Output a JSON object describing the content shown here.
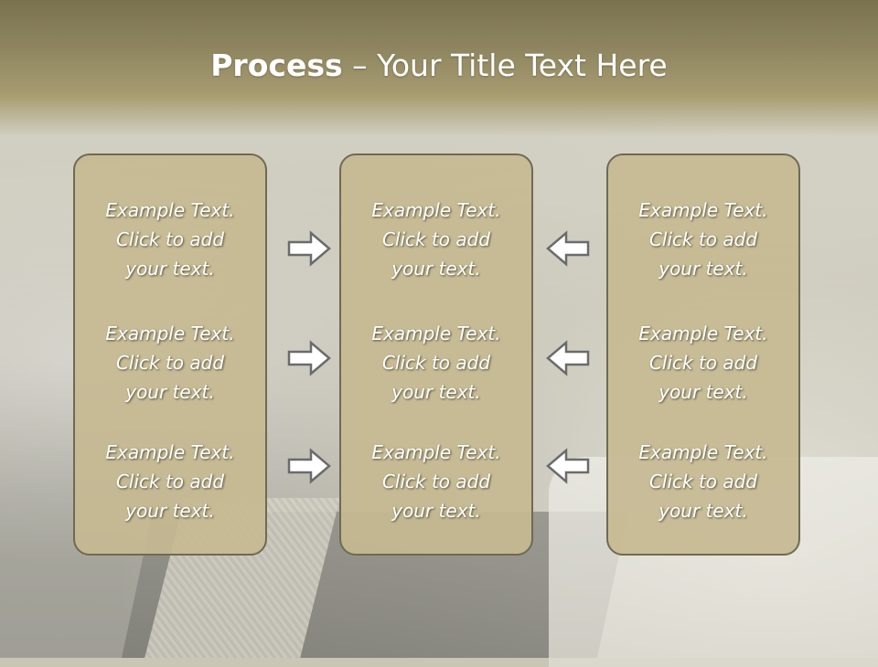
{
  "title": {
    "bold": "Process",
    "rest": " – Your Title Text Here"
  },
  "panels": [
    {
      "blocks": [
        [
          "Example Text.",
          "Click  to add",
          "your text."
        ],
        [
          "Example Text.",
          "Click  to add",
          "your text."
        ],
        [
          "Example Text.",
          "Click  to add",
          "your text."
        ]
      ]
    },
    {
      "blocks": [
        [
          "Example Text.",
          "Click  to add",
          "your text."
        ],
        [
          "Example Text.",
          "Click  to add",
          "your text."
        ],
        [
          "Example Text.",
          "Click  to add",
          "your text."
        ]
      ]
    },
    {
      "blocks": [
        [
          "Example Text.",
          "Click  to add",
          "your text."
        ],
        [
          "Example Text.",
          "Click  to add",
          "your text."
        ],
        [
          "Example Text.",
          "Click  to add",
          "your text."
        ]
      ]
    }
  ],
  "arrows": {
    "left_group_direction": "right",
    "right_group_direction": "left",
    "icon": "outline-arrow-icon"
  },
  "colors": {
    "header": "#8e8560",
    "panel_fill": "#c5ba91",
    "panel_border": "#6e6a55",
    "text": "#ffffff",
    "arrow_fill": "#ffffff",
    "arrow_stroke": "#6b6b6b"
  }
}
